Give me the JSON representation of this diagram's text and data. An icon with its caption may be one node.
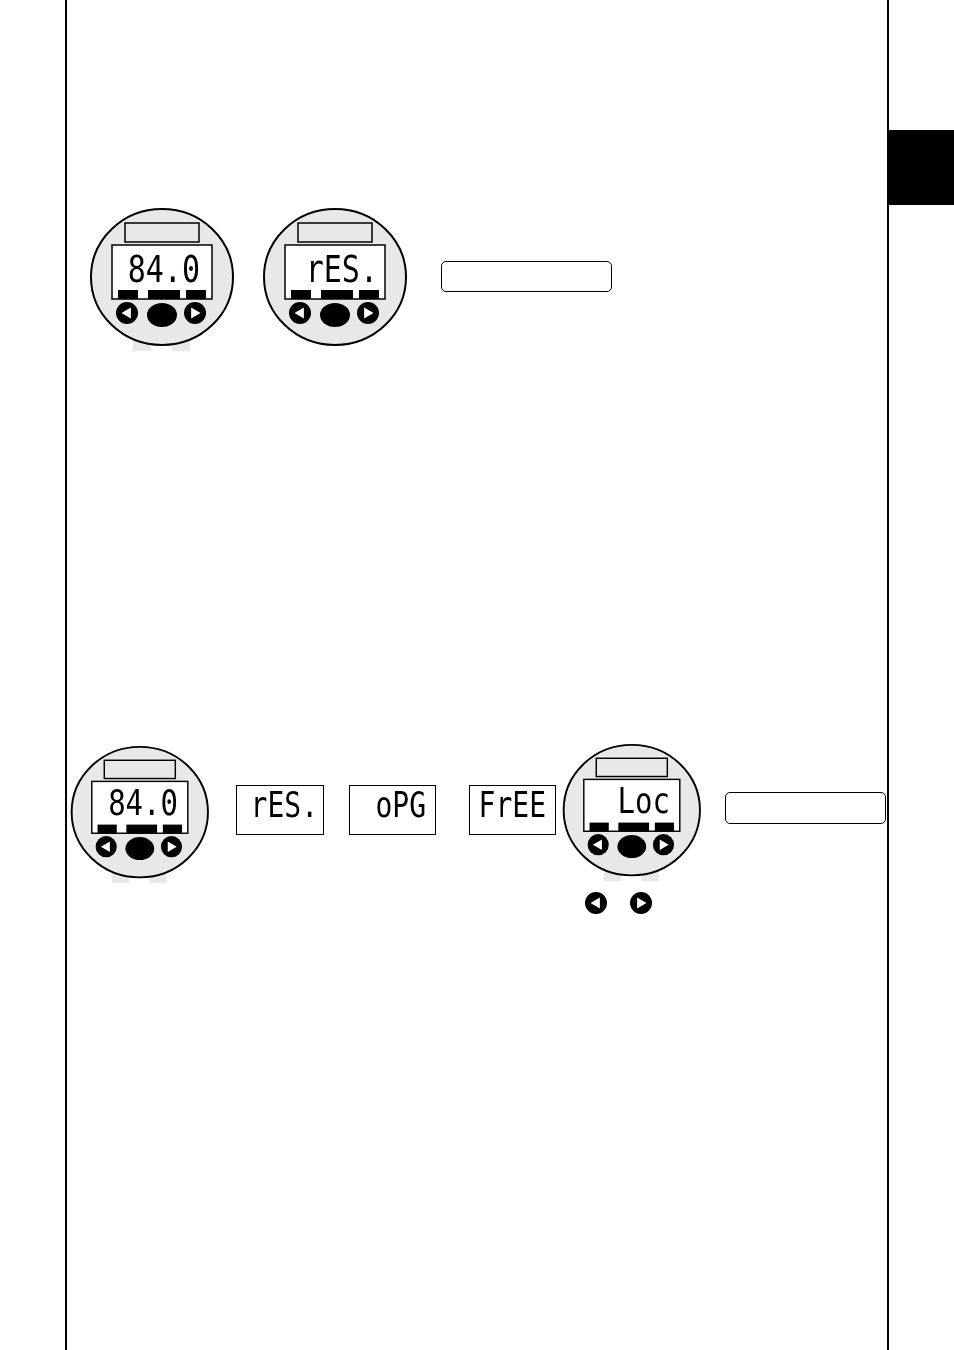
{
  "diagram": {
    "labels": [
      "84.0",
      "rES.",
      "84.0",
      "rES.",
      "oPG",
      "FrEE",
      "Loc"
    ]
  }
}
